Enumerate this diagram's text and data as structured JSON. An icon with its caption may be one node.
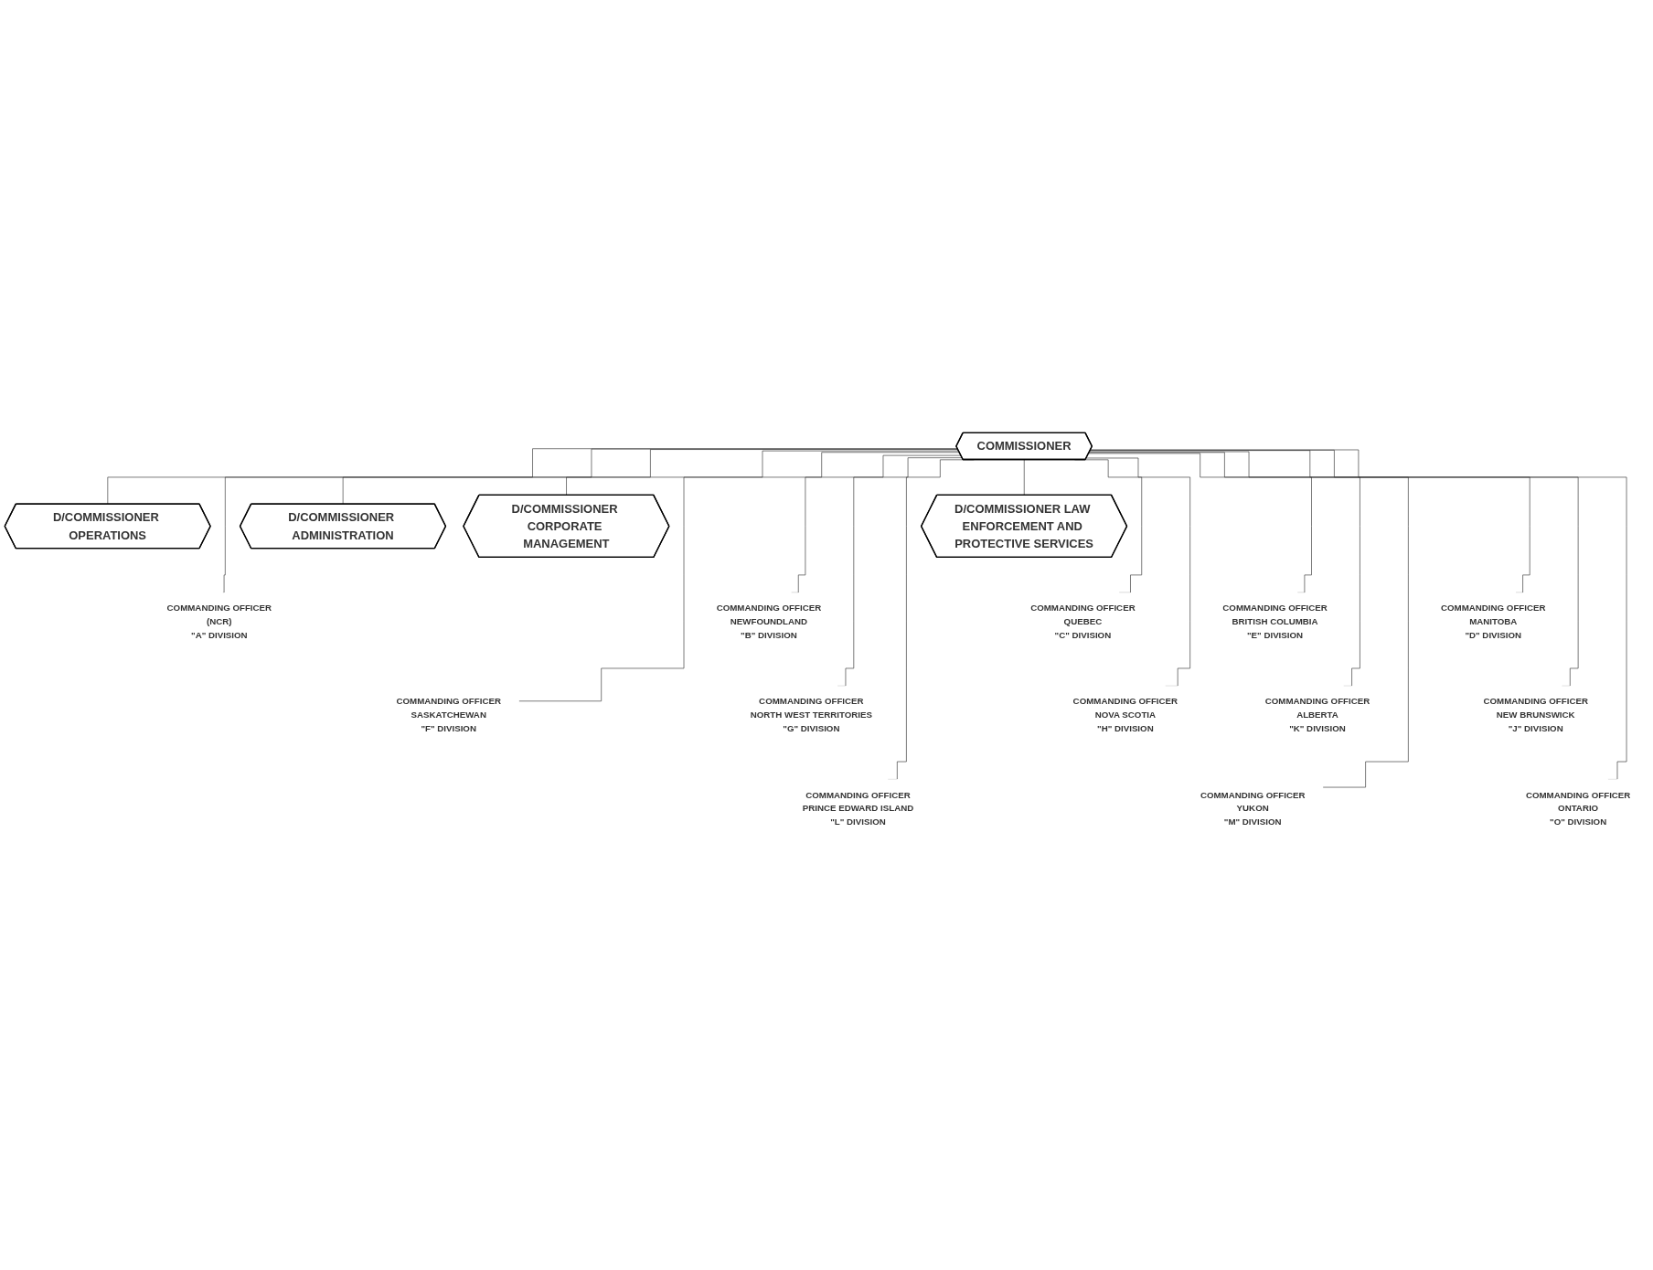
{
  "diagram": {
    "nodes": [
      {
        "text": [
          "COMMISSIONER"
        ]
      },
      {
        "text": [
          "D/COMMISSIONER OPERATIONS"
        ]
      },
      {
        "text": [
          "D/COMMISSIONER LAW ENFORCEMENT AND PROTECTIVE SERVICES"
        ]
      },
      {
        "text": [
          "D/COMMISSIONER ADMINISTRATION"
        ]
      },
      {
        "text": [
          "D/COMMISSIONER CORPORATE MANAGEMENT"
        ]
      },
      {
        "text": [
          "COMMANDING OFFICER",
          "(NCR)",
          "\"A\" DIVISION"
        ]
      },
      {
        "text": [
          "COMMANDING OFFICER",
          "NEWFOUNDLAND",
          "\"B\" DIVISION"
        ]
      },
      {
        "text": [
          "COMMANDING OFFICER",
          "QUEBEC",
          "\"C\" DIVISION"
        ]
      },
      {
        "text": [
          "COMMANDING OFFICER",
          "MANITOBA",
          "\"D\" DIVISION"
        ]
      },
      {
        "text": [
          "COMMANDING OFFICER",
          "BRITISH COLUMBIA",
          "\"E\" DIVISION"
        ]
      },
      {
        "text": [
          "COMMANDING OFFICER",
          "SASKATCHEWAN",
          "\"F\" DIVISION"
        ]
      },
      {
        "text": [
          "COMMANDING OFFICER",
          "NORTH WEST TERRITORIES",
          "\"G\" DIVISION"
        ]
      },
      {
        "text": [
          "COMMANDING OFFICER",
          "NOVA SCOTIA",
          "\"H\" DIVISION"
        ]
      },
      {
        "text": [
          "COMMANDING OFFICER",
          "NEW BRUNSWICK",
          "\"J\" DIVISION"
        ]
      },
      {
        "text": [
          "COMMANDING OFFICER",
          "ALBERTA",
          "\"K\" DIVISION"
        ]
      },
      {
        "text": [
          "COMMANDING OFFICER",
          "PRINCE EDWARD ISLAND",
          "\"L\" DIVISION"
        ]
      },
      {
        "text": [
          "COMMANDING OFFICER",
          "YUKON",
          "\"M\" DIVISION"
        ]
      },
      {
        "text": [
          "COMMANDING OFFICER",
          "ONTARIO",
          "\"O\" DIVISION"
        ]
      }
    ],
    "edges": [
      {
        "from": 0,
        "to": 1,
        "arrow": "none"
      },
      {
        "from": 0,
        "to": 2,
        "arrow": "none"
      },
      {
        "from": 0,
        "to": 3,
        "arrow": "none"
      },
      {
        "from": 0,
        "to": 4,
        "arrow": "none"
      },
      {
        "from": 0,
        "to": 5,
        "arrow": "none"
      },
      {
        "from": 0,
        "to": 6,
        "arrow": "none"
      },
      {
        "from": 0,
        "to": 7,
        "arrow": "none"
      },
      {
        "from": 0,
        "to": 8,
        "arrow": "none"
      },
      {
        "from": 0,
        "to": 9,
        "arrow": "none"
      },
      {
        "from": 0,
        "to": 10,
        "arrow": "none"
      },
      {
        "from": 0,
        "to": 11,
        "arrow": "none"
      },
      {
        "from": 0,
        "to": 12,
        "arrow": "none"
      },
      {
        "from": 0,
        "to": 13,
        "arrow": "none"
      },
      {
        "from": 0,
        "to": 14,
        "arrow": "none"
      },
      {
        "from": 0,
        "to": 15,
        "arrow": "none"
      },
      {
        "from": 0,
        "to": 16,
        "arrow": "none"
      },
      {
        "from": 0,
        "to": 17,
        "arrow": "none"
      }
    ]
  }
}
